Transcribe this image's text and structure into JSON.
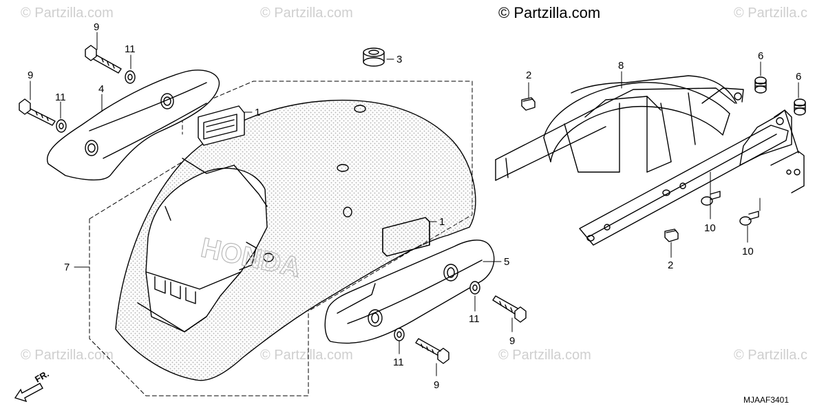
{
  "watermarks": {
    "main": "© Partzilla.com",
    "faint": "© Partzilla.com",
    "faint_cut": "© Partzilla.c"
  },
  "callouts": {
    "c9a": "9",
    "c11a": "11",
    "c9b": "9",
    "c4": "4",
    "c11b": "11",
    "c3": "3",
    "c1a": "1",
    "c1b": "1",
    "c7": "7",
    "c5": "5",
    "c11c": "11",
    "c9c": "9",
    "c11d": "11",
    "c9d": "9",
    "c2a": "2",
    "c8": "8",
    "c6a": "6",
    "c6b": "6",
    "c10a": "10",
    "c10b": "10",
    "c2b": "2"
  },
  "decal_text": "HONDA",
  "direction_label": "FR.",
  "diagram_code": "MJAAF3401",
  "colors": {
    "line": "#000000",
    "watermark": "#cfcfcf",
    "stipple": "#b9b9b9",
    "background": "#ffffff"
  }
}
